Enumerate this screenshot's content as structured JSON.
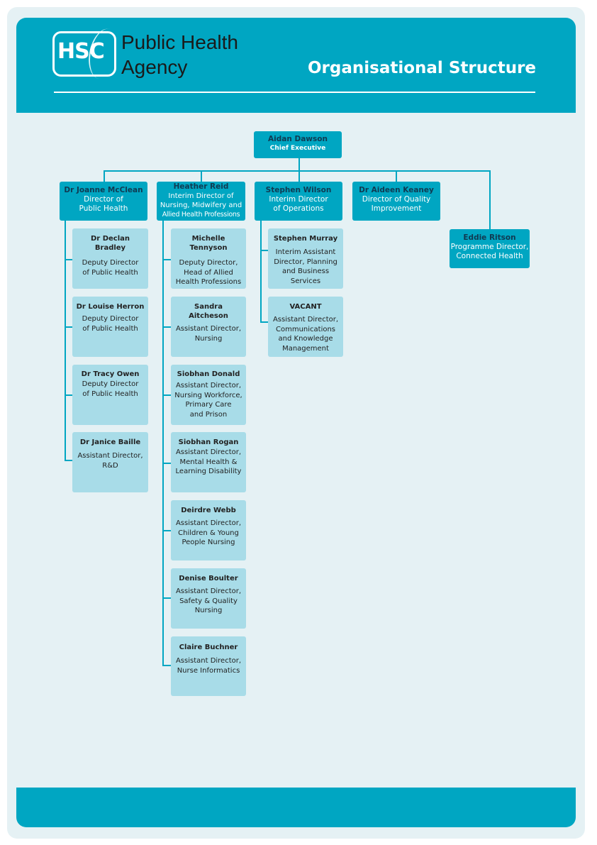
{
  "header": {
    "logo_text": "HSC",
    "agency_line1": "Public Health",
    "agency_line2": "Agency",
    "title": "Organisational Structure"
  },
  "ceo": {
    "name": "Aidan Dawson",
    "role": "Chief Executive"
  },
  "directors": [
    {
      "name": "Dr Joanne McClean",
      "role_lines": [
        "Director of",
        "Public Health"
      ]
    },
    {
      "name": "Heather Reid",
      "role_lines": [
        "Interim Director of",
        "Nursing, Midwifery and",
        "Allied Health Professions"
      ]
    },
    {
      "name": "Stephen Wilson",
      "role_lines": [
        "Interim Director",
        "of Operations"
      ]
    },
    {
      "name": "Dr Aideen Keaney",
      "role_lines": [
        "Director of Quality",
        "Improvement"
      ]
    },
    {
      "name": "Eddie Ritson",
      "role_lines": [
        "Programme Director,",
        "Connected Health"
      ]
    }
  ],
  "public_health_team": [
    {
      "name": "Dr Declan Bradley",
      "role_lines": [
        "Deputy Director",
        "of Public Health"
      ]
    },
    {
      "name": "Dr Louise Herron",
      "role_lines": [
        "Deputy Director",
        "of Public Health"
      ]
    },
    {
      "name": "Dr Tracy Owen",
      "role_lines": [
        "Deputy Director",
        "of Public Health"
      ]
    },
    {
      "name": "Dr Janice Baille",
      "role_lines": [
        "Assistant Director,",
        "R&D"
      ]
    }
  ],
  "nursing_team": [
    {
      "name": "Michelle Tennyson",
      "role_lines": [
        "Deputy Director,",
        "Head of Allied",
        "Health Professions"
      ]
    },
    {
      "name": "Sandra Aitcheson",
      "role_lines": [
        "Assistant Director,",
        "Nursing"
      ]
    },
    {
      "name": "Siobhan Donald",
      "role_lines": [
        "Assistant Director,",
        "Nursing Workforce,",
        "Primary Care",
        "and Prison"
      ]
    },
    {
      "name": "Siobhan Rogan",
      "role_lines": [
        "Assistant Director,",
        "Mental Health &",
        "Learning Disability"
      ]
    },
    {
      "name": "Deirdre Webb",
      "role_lines": [
        "Assistant Director,",
        "Children & Young",
        "People Nursing"
      ]
    },
    {
      "name": "Denise Boulter",
      "role_lines": [
        "Assistant Director,",
        "Safety & Quality",
        "Nursing"
      ]
    },
    {
      "name": "Claire Buchner",
      "role_lines": [
        "Assistant Director,",
        "Nurse Informatics"
      ]
    }
  ],
  "operations_team": [
    {
      "name": "Stephen Murray",
      "role_lines": [
        "Interim Assistant",
        "Director, Planning",
        "and Business",
        "Services"
      ]
    },
    {
      "name": "VACANT",
      "role_lines": [
        "Assistant Director,",
        "Communications",
        "and Knowledge",
        "Management"
      ]
    }
  ],
  "colors": {
    "brand": "#00a6c2",
    "sub_box": "#a8dce8",
    "background": "#e5f1f4",
    "name_dark": "#103a52"
  }
}
